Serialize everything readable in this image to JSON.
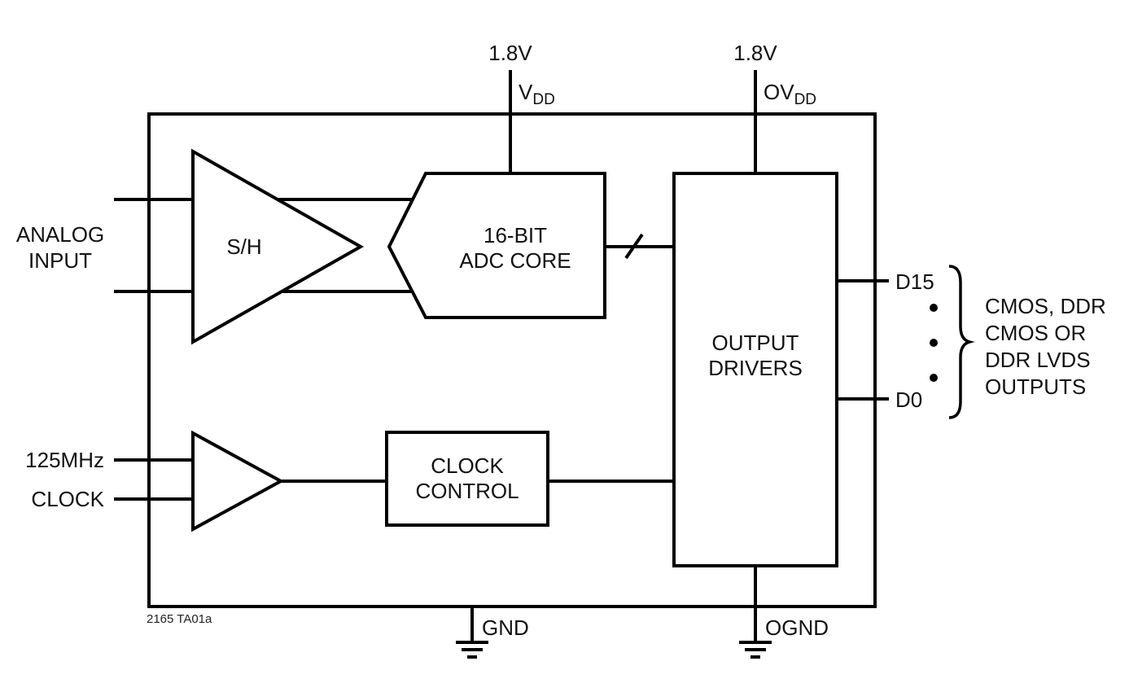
{
  "diagram": {
    "part_ref": "2165 TA01a",
    "supplies": {
      "vdd_voltage": "1.8V",
      "vdd_pin_base": "V",
      "vdd_pin_sub": "DD",
      "ovdd_voltage": "1.8V",
      "ovdd_pin_base": "OV",
      "ovdd_pin_sub": "DD"
    },
    "inputs": {
      "analog_line1": "ANALOG",
      "analog_line2": "INPUT",
      "clock_freq": "125MHz",
      "clock_label": "CLOCK"
    },
    "blocks": {
      "sample_hold": "S/H",
      "adc_core_line1": "16-BIT",
      "adc_core_line2": "ADC CORE",
      "output_drivers_line1": "OUTPUT",
      "output_drivers_line2": "DRIVERS",
      "clock_control_line1": "CLOCK",
      "clock_control_line2": "CONTROL"
    },
    "outputs": {
      "d_msb": "D15",
      "d_lsb": "D0",
      "note_line1": "CMOS, DDR",
      "note_line2": "CMOS OR",
      "note_line3": "DDR LVDS",
      "note_line4": "OUTPUTS"
    },
    "grounds": {
      "gnd": "GND",
      "ognd": "OGND"
    },
    "colors": {
      "line": "#000000",
      "background": "#ffffff"
    }
  }
}
